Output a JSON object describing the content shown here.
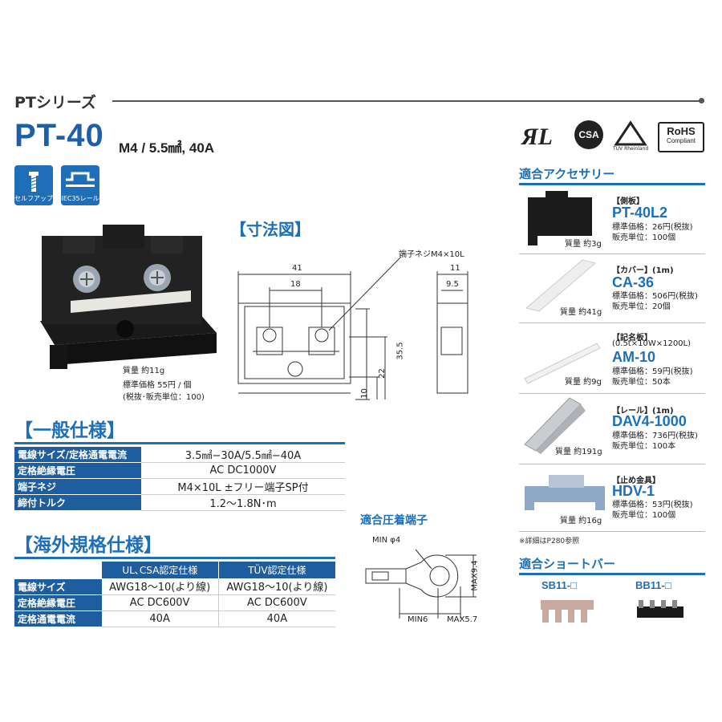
{
  "header": {
    "series": "PTシリーズ",
    "model": "PT-40",
    "spec": "M4 / 5.5㎟, 40A"
  },
  "features": [
    {
      "icon": "self-up-screw-icon",
      "label": "セルフアップ"
    },
    {
      "icon": "din-rail-icon",
      "label": "IEC35レール"
    }
  ],
  "product": {
    "weight": "質量 約11g",
    "price_line1": "標準価格 55円 / 個",
    "price_line2": "(税抜･販売単位：100)"
  },
  "dimensions": {
    "title": "【寸法図】",
    "screw_label": "端子ネジM4×10L",
    "values": [
      "41",
      "18",
      "11",
      "9.5",
      "35.5",
      "22",
      "10"
    ]
  },
  "general_specs": {
    "title": "【一般仕様】",
    "rows": [
      {
        "label": "電線サイズ/定格通電電流",
        "value": "3.5㎟−30A/5.5㎟−40A"
      },
      {
        "label": "定格絶縁電圧",
        "value": "AC DC1000V"
      },
      {
        "label": "端子ネジ",
        "value": "M4×10L ±フリー端子SP付"
      },
      {
        "label": "締付トルク",
        "value": "1.2〜1.8N･m"
      }
    ]
  },
  "overseas_specs": {
    "title": "【海外規格仕様】",
    "columns": [
      "UL､CSA認定仕様",
      "TÜV認定仕様"
    ],
    "rows": [
      {
        "label": "電線サイズ",
        "values": [
          "AWG18〜10(より線)",
          "AWG18〜10(より線)"
        ]
      },
      {
        "label": "定格絶縁電圧",
        "values": [
          "AC DC600V",
          "AC DC600V"
        ]
      },
      {
        "label": "定格通電電流",
        "values": [
          "40A",
          "40A"
        ]
      }
    ]
  },
  "crimp_terminal": {
    "title": "適合圧着端子",
    "dims": [
      "MIN φ4",
      "MAX9.4",
      "MIN6",
      "MAX5.7"
    ]
  },
  "certifications": [
    "UL",
    "CSA",
    "TÜV Rheinland",
    "RoHS",
    "Compliant"
  ],
  "accessories": {
    "title": "適合アクセサリー",
    "items": [
      {
        "category": "【側板】",
        "name": "PT-40L2",
        "price": "標準価格：26円(税抜)",
        "unit": "販売単位：100個",
        "weight": "質量 約3g"
      },
      {
        "category": "【カバー】(1m)",
        "name": "CA-36",
        "price": "標準価格：506円(税抜)",
        "unit": "販売単位：20個",
        "weight": "質量 約41g"
      },
      {
        "category": "【記名板】",
        "subcategory": "(0.5t×10W×1200L)",
        "name": "AM-10",
        "price": "標準価格：59円(税抜)",
        "unit": "販売単位：50本",
        "weight": "質量 約9g"
      },
      {
        "category": "【レール】(1m)",
        "name": "DAV4-1000",
        "price": "標準価格：736円(税抜)",
        "unit": "販売単位：100本",
        "weight": "質量 約191g"
      },
      {
        "category": "【止め金具】",
        "name": "HDV-1",
        "price": "標準価格：53円(税抜)",
        "unit": "販売単位：100個",
        "weight": "質量 約16g"
      }
    ],
    "note": "※詳細はP280参照"
  },
  "short_bars": {
    "title": "適合ショートバー",
    "items": [
      "SB11-□",
      "BB11-□"
    ]
  }
}
